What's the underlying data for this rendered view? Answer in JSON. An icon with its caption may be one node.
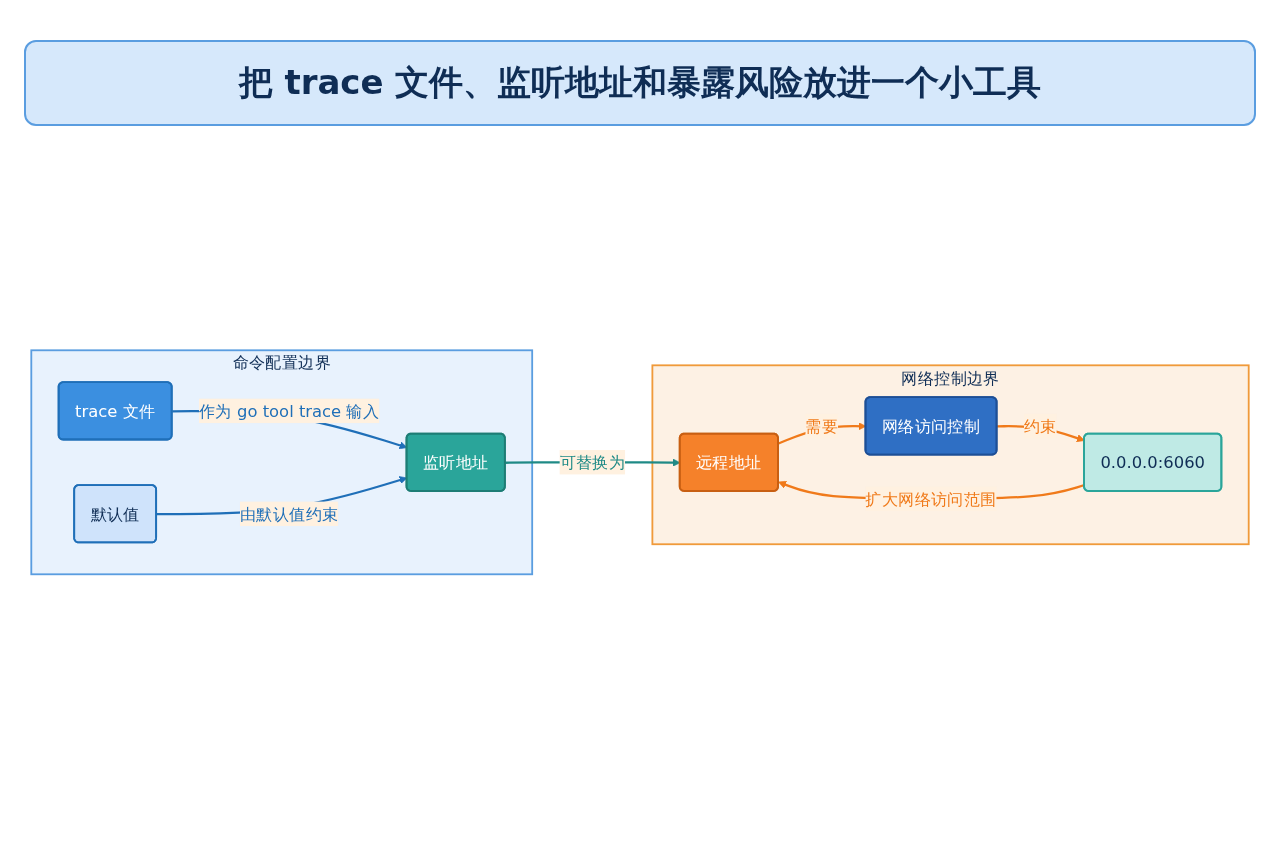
{
  "diagram": {
    "title": "把 trace 文件、监听地址和暴露风险放进一个小工具",
    "nodes": [
      {
        "text": [
          "命令配置边界"
        ]
      },
      {
        "text": [
          "trace 文件"
        ],
        "in": 0
      },
      {
        "text": [
          "监听地址"
        ],
        "in": 0
      },
      {
        "text": [
          "默认值"
        ],
        "in": 0
      },
      {
        "text": [
          "网络控制边界"
        ]
      },
      {
        "text": [
          "远程地址"
        ],
        "in": 4
      },
      {
        "text": [
          "网络访问控制"
        ],
        "in": 4
      },
      {
        "text": [
          "0.0.0.0:6060"
        ],
        "in": 4
      }
    ],
    "edges": [
      {
        "from": 1,
        "to": 2,
        "arrow": "to",
        "label": "作为 go tool trace 输入",
        "color": "#1f6fb8"
      },
      {
        "from": 3,
        "to": 2,
        "arrow": "to",
        "label": "由默认值约束",
        "color": "#1f6fb8"
      },
      {
        "from": 2,
        "to": 5,
        "arrow": "to",
        "label": "可替换为",
        "color": "#1f8a86"
      },
      {
        "from": 5,
        "to": 6,
        "arrow": "to",
        "label": "需要"
      },
      {
        "from": 6,
        "to": 7,
        "arrow": "to",
        "label": "约束"
      },
      {
        "from": 7,
        "to": 5,
        "arrow": "to",
        "label": "扩大网络访问范围"
      }
    ]
  }
}
